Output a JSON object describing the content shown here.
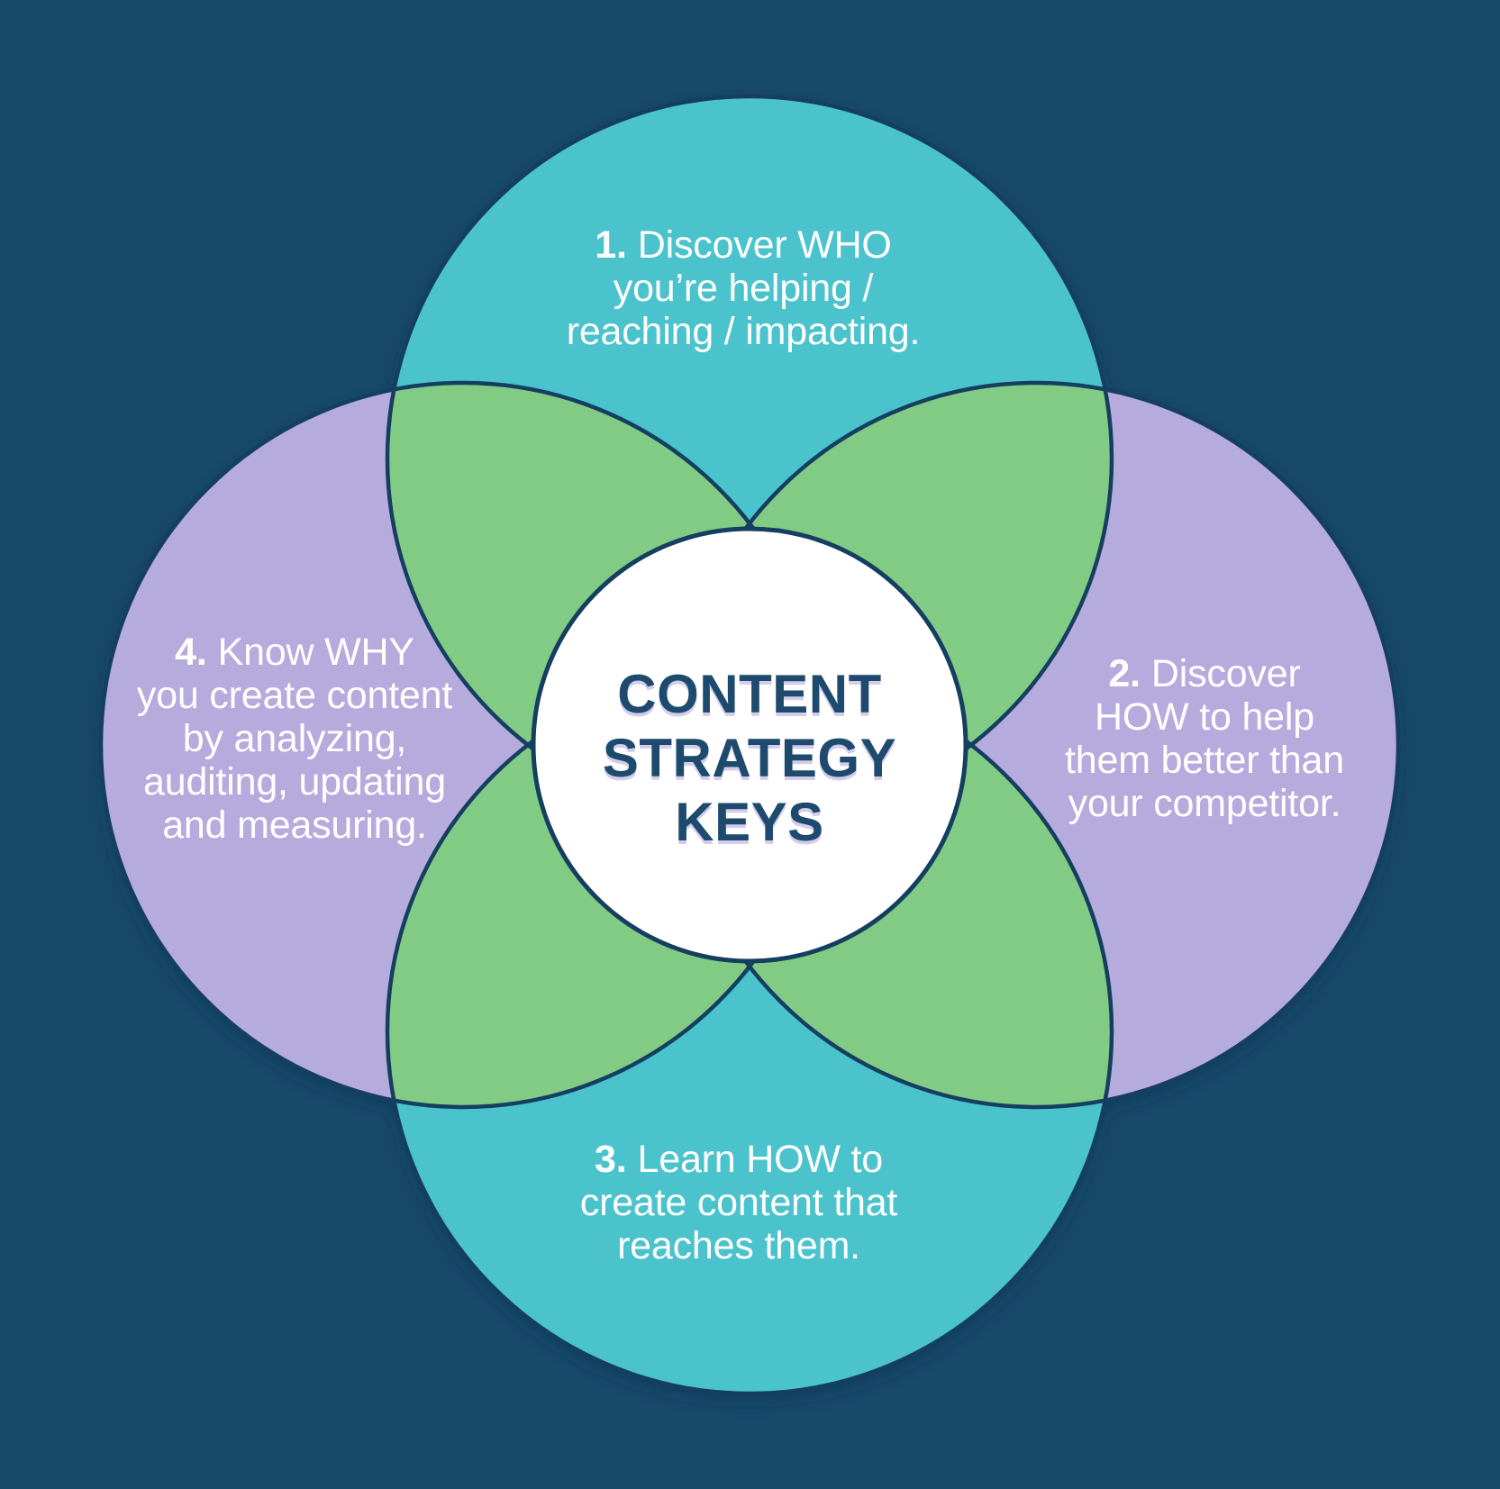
{
  "title": {
    "line1": "CONTENT",
    "line2": "STRATEGY",
    "line3": "KEYS"
  },
  "circles": {
    "top": {
      "num": "1.",
      "line1": "Discover WHO",
      "line2": "you’re helping /",
      "line3": "reaching / impacting."
    },
    "right": {
      "num": "2.",
      "line1": "Discover",
      "line2": "HOW to help",
      "line3": "them better than",
      "line4": "your competitor."
    },
    "bottom": {
      "num": "3.",
      "line1": "Learn HOW to",
      "line2": "create content that",
      "line3": "reaches them."
    },
    "left": {
      "num": "4.",
      "line1": "Know WHY",
      "line2": "you create content",
      "line3": "by analyzing,",
      "line4": "auditing, updating",
      "line5": "and measuring."
    }
  },
  "colors": {
    "background": "#17496b",
    "teal": "#4bc3cd",
    "purple": "#b6abdd",
    "green": "#82cb85",
    "outline": "#153f60",
    "center_fill": "#ffffff",
    "title_text": "#1d4a6d",
    "label_text": "#ffffff"
  }
}
